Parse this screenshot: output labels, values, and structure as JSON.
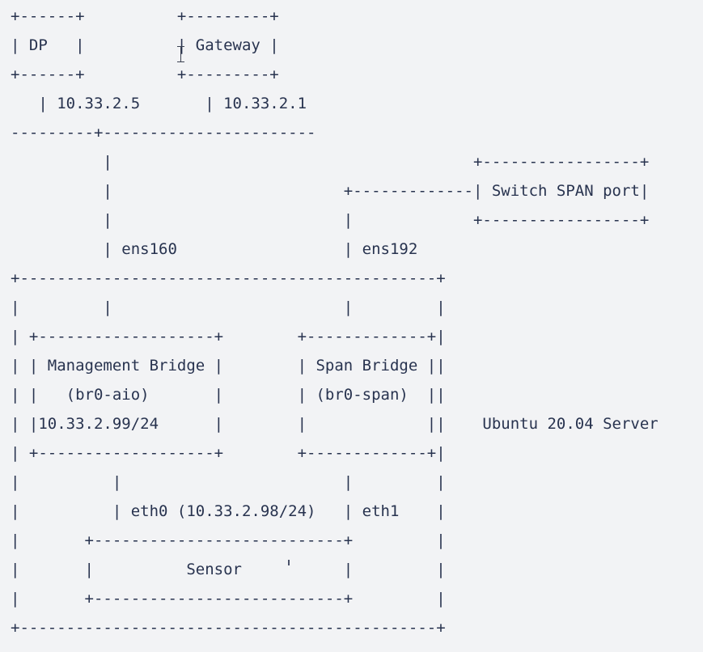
{
  "diagram": {
    "title": "Network topology ASCII diagram",
    "type": "ascii-art-network-topology",
    "colors": {
      "background": "#f2f3f5",
      "text": "#28334f",
      "cursor": "#3b4252"
    },
    "nodes": {
      "dp": {
        "label": "DP",
        "ip": "10.33.2.5",
        "box_width_chars": 8
      },
      "gateway": {
        "label": "Gateway",
        "ip": "10.33.2.1",
        "box_width_chars": 11
      },
      "switch_span_port": {
        "label": "Switch SPAN port",
        "box_width_chars": 19
      },
      "server": {
        "label": "Ubuntu 20.04 Server",
        "box_width_chars": 48
      },
      "management_bridge": {
        "label": "Management Bridge",
        "device": "(br0-aio)",
        "ip": "10.33.2.99/24",
        "box_width_chars": 21
      },
      "span_bridge": {
        "label": "Span Bridge",
        "device": "(br0-span)",
        "ip": "",
        "box_width_chars": 15
      },
      "sensor": {
        "label": "Sensor",
        "box_width_chars": 29
      }
    },
    "interfaces": {
      "ens160": "ens160",
      "ens192": "ens192",
      "eth0": "eth0 (10.33.2.98/24)",
      "eth1": "eth1"
    },
    "ascii": "+------+          +---------+\n|  DP  |          | Gateway |\n+------+          +---------+\n   | 10.33.2.5      | 10.33.2.1\n---------+----------------------\n         |                            +-----------------+\n         |                +-----------| Switch SPAN port |\n         |                |           +-----------------+\n         | ens160         | ens192\n+----------------------------------------------+\n|        |                    |          |\n| +-------------------+    +-------------+ |\n| | Management Bridge |    | Span Bridge | |\n| |   (br0-aio)       |    | (br0-span)  | |\n| |10.33.2.99/24      |    |             | |   Ubuntu 20.04 Server\n| +-------------------+    +-------------+ |\n|        |                    |          |\n|        | eth0 (10.33.2.98/24) | eth1    |\n|     +---------------------------+       |\n|     |          Sensor           |       |\n|     +---------------------------+       |\n+----------------------------------------------+",
    "lines": [
      "+------+          +---------+",
      "|  DP  |          | Gateway |",
      "+------+          +---------+",
      "   | 10.33.2.5      | 10.33.2.1",
      "---------+----------------------",
      "         |                                  +-----------------+",
      "         |                      +------------| Switch SPAN port |",
      "         |                      |            +-----------------+",
      "         | ens160               | ens192",
      "+----------------------------------------------+",
      "|        |                     |              |",
      "| +-------------------+    +-------------+ |",
      "| | Management Bridge |    | Span Bridge | |",
      "| |   (br0-aio)       |    | (br0-span)  | |",
      "| |10.33.2.99/24      |    |             | |   Ubuntu 20.04 Server",
      "| +-------------------+    +-------------+ |",
      "|         |                   |            |",
      "|         | eth0 (10.33.2.98/24) | eth1     |",
      "|      +---------------------------+        |",
      "|      |         Sensor            |        |",
      "|      +---------------------------+        |",
      "+----------------------------------------------+"
    ]
  }
}
